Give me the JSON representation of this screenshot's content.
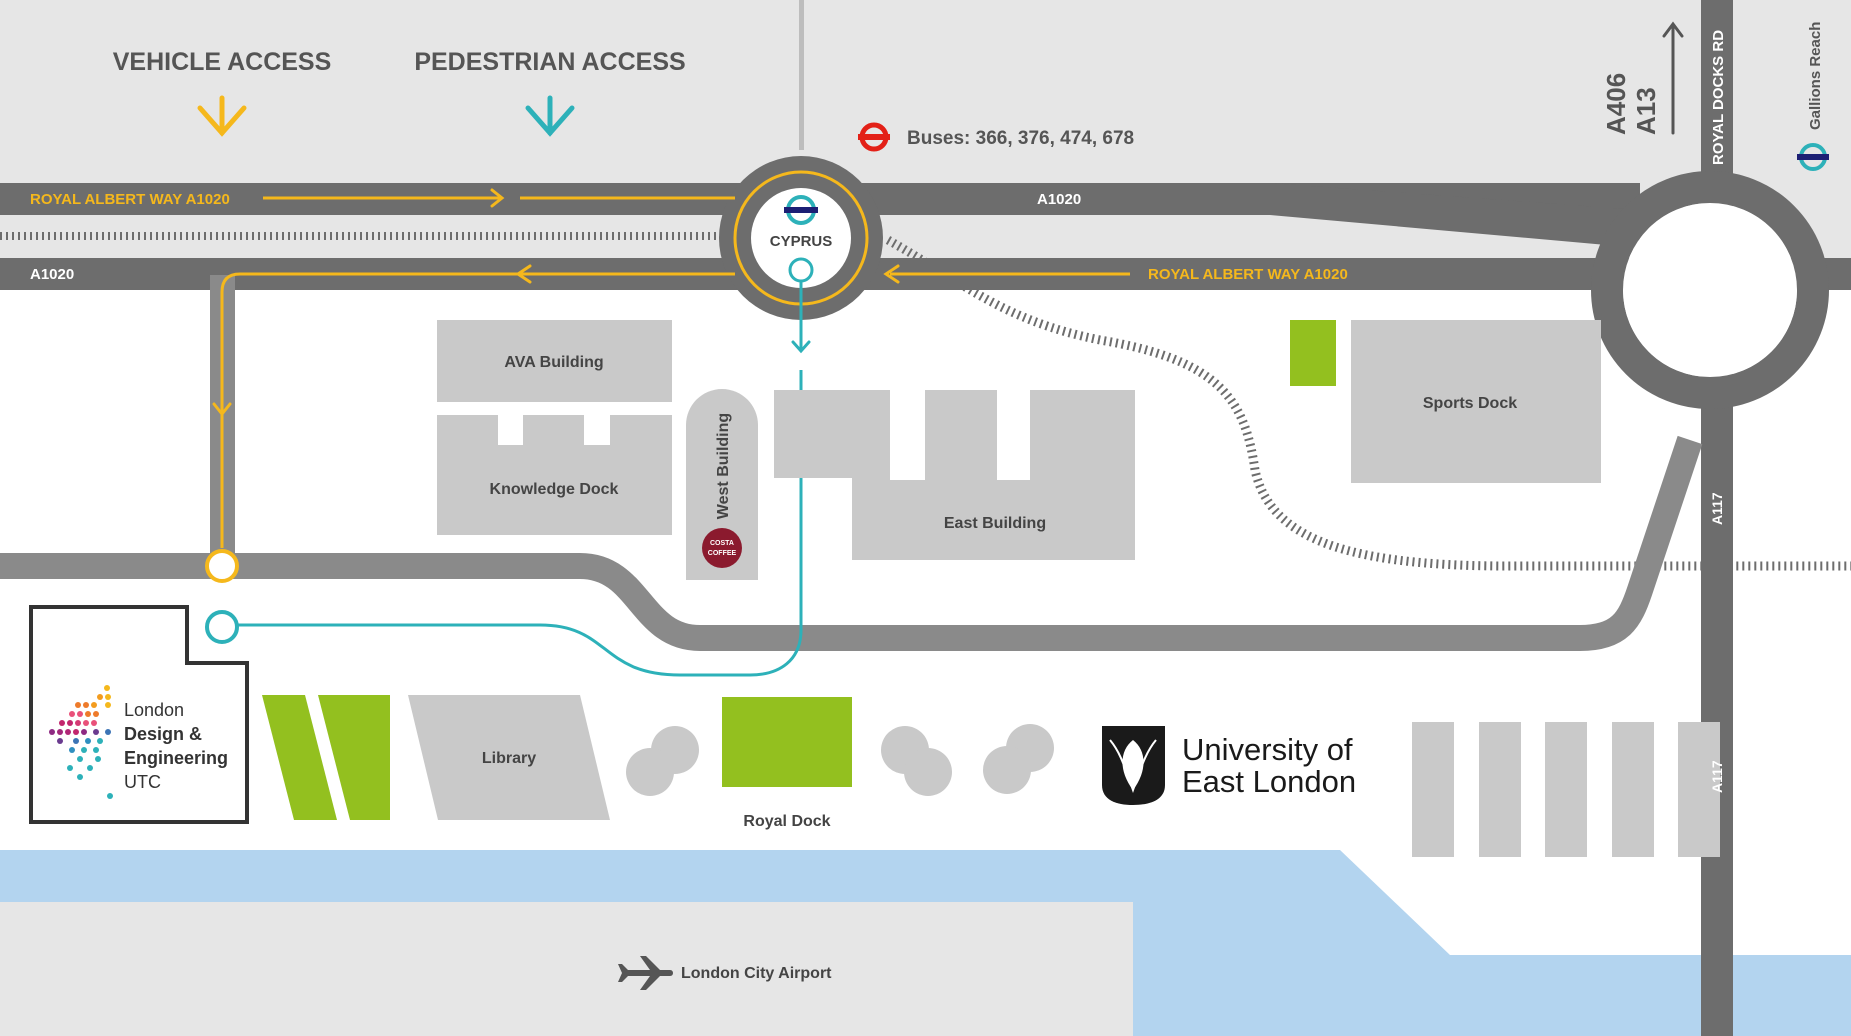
{
  "legend": {
    "vehicle_access": "VEHICLE ACCESS",
    "pedestrian_access": "PEDESTRIAN ACCESS"
  },
  "transit": {
    "buses": "Buses: 366, 376, 474, 678",
    "cyprus_station": "CYPRUS",
    "gallions_reach": "Gallions Reach"
  },
  "roads": {
    "royal_albert_way_west": "ROYAL ALBERT WAY A1020",
    "royal_albert_way_east": "ROYAL ALBERT WAY A1020",
    "a1020_top": "A1020",
    "a1020_left": "A1020",
    "royal_docks_rd": "ROYAL DOCKS RD",
    "a117_upper": "A117",
    "a117_lower": "A117",
    "a406": "A406",
    "a13": "A13"
  },
  "buildings": {
    "ava": "AVA Building",
    "knowledge_dock": "Knowledge Dock",
    "west_building": "West Building",
    "east_building": "East Building",
    "sports_dock": "Sports Dock",
    "library": "Library",
    "royal_dock": "Royal Dock"
  },
  "utc_logo": {
    "line1": "London",
    "line2": "Design &",
    "line3": "Engineering",
    "line4": "UTC"
  },
  "uel_logo": {
    "line1": "University of",
    "line2": "East London"
  },
  "costa": {
    "line1": "COSTA",
    "line2": "COFFEE"
  },
  "airport": "London City Airport",
  "colors": {
    "road": "#6d6d6d",
    "land": "#e6e6e6",
    "building": "#c9c9c9",
    "green": "#93c01f",
    "water": "#b3d4ef",
    "vehicle_route": "#f5b81c",
    "pedestrian_route": "#2db1b9",
    "tfl_red": "#e32017",
    "tfl_blue": "#1c1f74"
  },
  "icons": {
    "vehicle_arrow": "chevron-down-icon",
    "pedestrian_arrow": "chevron-down-icon",
    "bus": "tfl-roundel-icon",
    "underground": "tfl-roundel-icon",
    "airport": "airplane-icon",
    "north": "arrow-up-icon"
  }
}
